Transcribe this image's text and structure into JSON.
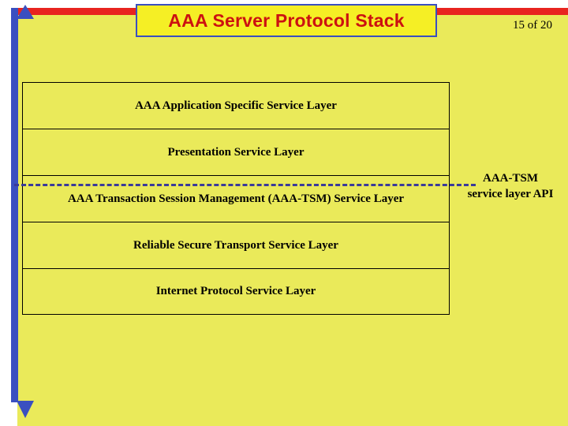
{
  "slide": {
    "title": "AAA Server Protocol Stack",
    "counter": "15 of 20",
    "accent_colors": {
      "panel_yellow": "#eaea5a",
      "bar_red": "#e8241f",
      "bar_blue": "#3a4fc0",
      "title_fill": "#f5ef25",
      "title_text": "#cc1111",
      "dashed_line": "#3a3a9a"
    }
  },
  "stack": {
    "layers": [
      {
        "label": "AAA Application Specific Service Layer"
      },
      {
        "label": "Presentation Service Layer"
      },
      {
        "label": "AAA Transaction Session Management (AAA-TSM)  Service Layer"
      },
      {
        "label": "Reliable Secure Transport Service Layer"
      },
      {
        "label": "Internet Protocol Service Layer"
      }
    ]
  },
  "annotation": {
    "api_line1": "AAA-TSM",
    "api_line2": "service layer API"
  }
}
